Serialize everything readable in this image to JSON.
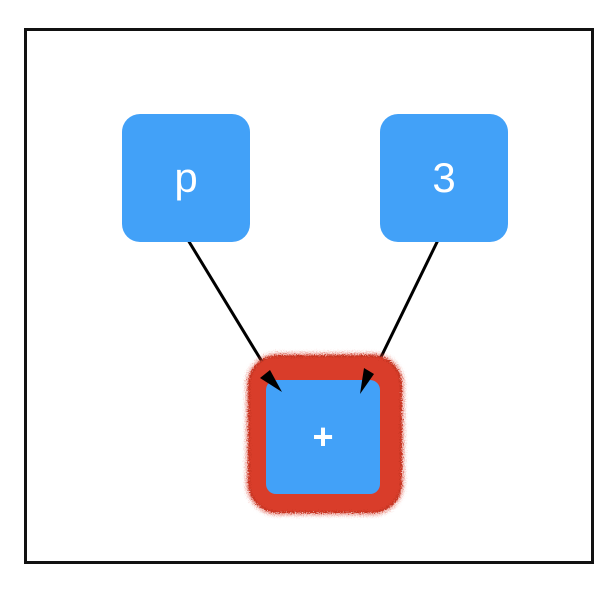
{
  "diagram": {
    "nodes": [
      {
        "id": "p",
        "label": "p"
      },
      {
        "id": "three",
        "label": "3"
      },
      {
        "id": "plus",
        "label": "+",
        "highlighted": true
      }
    ],
    "edges": [
      {
        "from": "p",
        "to": "plus"
      },
      {
        "from": "three",
        "to": "plus"
      }
    ]
  },
  "colors": {
    "node_fill": "#42a1f8",
    "node_text": "#ffffff",
    "highlight": "#d93d2a",
    "edge": "#000000",
    "frame": "#111111"
  }
}
